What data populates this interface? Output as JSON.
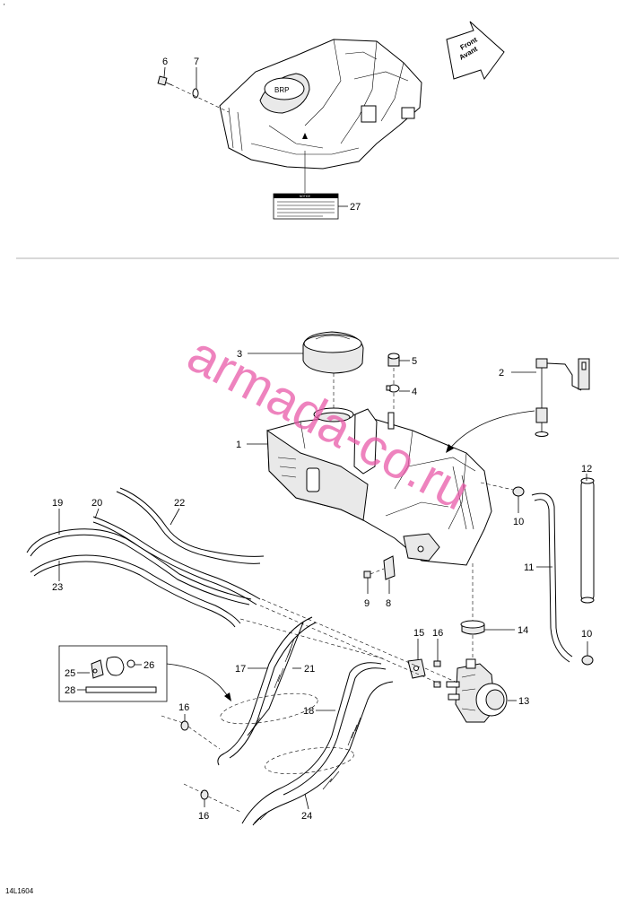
{
  "page_id": "14L1604",
  "corner_mark": "'",
  "front_arrow": {
    "line1": "Front",
    "line2": "Avant"
  },
  "notice_label": {
    "heading": "NOTICE",
    "body": "The engine of this vehicle is factory-filled with oil..."
  },
  "watermark": "armada-co.ru",
  "callouts": [
    "1",
    "2",
    "3",
    "4",
    "5",
    "6",
    "7",
    "8",
    "9",
    "10",
    "11",
    "12",
    "13",
    "14",
    "15",
    "16",
    "17",
    "18",
    "19",
    "20",
    "21",
    "22",
    "23",
    "24",
    "25",
    "26",
    "27",
    "28"
  ],
  "callout_10_second": "10",
  "callout_16_second": "16",
  "callout_16_third": "16",
  "colors": {
    "line": "#000000",
    "watermark": "#e85aa8",
    "separator": "#b0b0b0"
  }
}
